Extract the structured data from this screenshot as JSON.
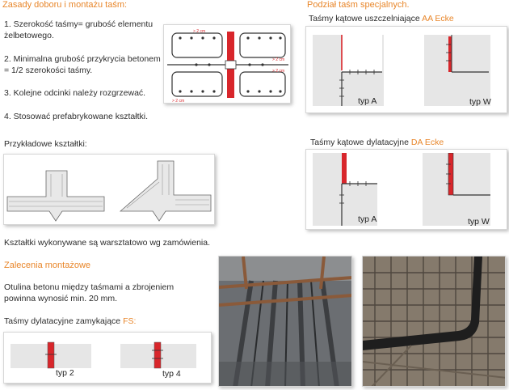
{
  "left": {
    "heading": "Zasady doboru i montażu taśm:",
    "rules": [
      "1. Szerokość taśmy= grubość elementu",
      "żelbetowego.",
      "2. Minimalna grubość przykrycia betonem",
      "= 1/2 szerokości taśmy.",
      "3. Kolejne odcinki należy rozgrzewać.",
      "4. Stosować prefabrykowane kształtki."
    ],
    "shapes_heading": "Przykładowe kształtki:",
    "workshop_note": "Kształtki wykonywane są warsztatowo wg zamówienia.",
    "assembly_heading": "Zalecenia montażowe",
    "assembly_text": [
      "Otulina betonu między taśmami a zbrojeniem",
      "powinna wynosić min. 20 mm."
    ],
    "fs_heading_prefix": "Taśmy dylatacyjne zamykające ",
    "fs_heading_accent": "FS:",
    "fs_types": [
      "typ 2",
      "typ 4"
    ]
  },
  "diagram": {
    "dim_labels": [
      "> 2 cm",
      "> 2 cm",
      "> 2 cm",
      "> 2 cm"
    ]
  },
  "right": {
    "heading": "Podział taśm specjalnych.",
    "aa_prefix": "Taśmy kątowe uszczelniające ",
    "aa_accent": "AA Ecke",
    "aa_types": [
      "typ A",
      "typ W"
    ],
    "da_prefix": "Taśmy kątowe dylatacyjne ",
    "da_accent": "DA Ecke",
    "da_types": [
      "typ A",
      "typ W"
    ]
  },
  "colors": {
    "accent": "#e8862a",
    "tape_red": "#d8262b"
  }
}
